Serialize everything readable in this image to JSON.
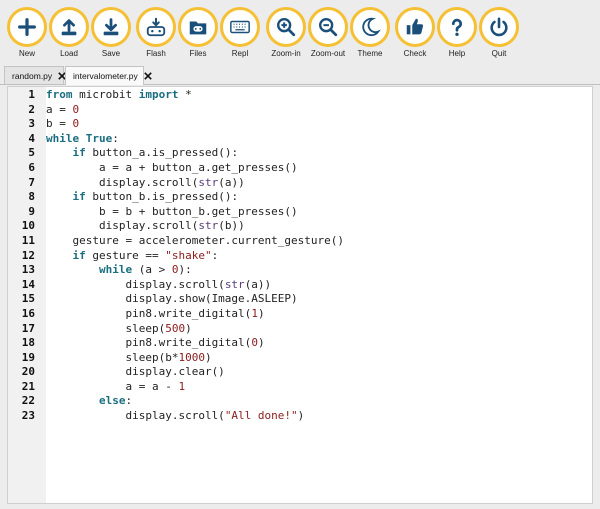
{
  "toolbar": {
    "accent": "#f5c033",
    "buttons": [
      {
        "id": "new",
        "label": "New",
        "icon": "plus-icon"
      },
      {
        "id": "load",
        "label": "Load",
        "icon": "upload-icon"
      },
      {
        "id": "save",
        "label": "Save",
        "icon": "download-icon"
      },
      {
        "id": "flash",
        "label": "Flash",
        "icon": "flash-icon"
      },
      {
        "id": "files",
        "label": "Files",
        "icon": "files-icon"
      },
      {
        "id": "repl",
        "label": "Repl",
        "icon": "keyboard-icon"
      },
      {
        "id": "zoomin",
        "label": "Zoom-in",
        "icon": "zoom-in-icon"
      },
      {
        "id": "zoomout",
        "label": "Zoom-out",
        "icon": "zoom-out-icon"
      },
      {
        "id": "theme",
        "label": "Theme",
        "icon": "moon-icon"
      },
      {
        "id": "check",
        "label": "Check",
        "icon": "thumbs-up-icon"
      },
      {
        "id": "help",
        "label": "Help",
        "icon": "question-icon"
      },
      {
        "id": "quit",
        "label": "Quit",
        "icon": "power-icon"
      }
    ]
  },
  "tabs": [
    {
      "label": "random.py",
      "active": false
    },
    {
      "label": "intervalometer.py",
      "active": true
    }
  ],
  "editor": {
    "lines": [
      [
        {
          "t": "kw",
          "v": "from"
        },
        {
          "t": "p",
          "v": " microbit "
        },
        {
          "t": "kw",
          "v": "import"
        },
        {
          "t": "p",
          "v": " *"
        }
      ],
      [
        {
          "t": "p",
          "v": "a = "
        },
        {
          "t": "num",
          "v": "0"
        }
      ],
      [
        {
          "t": "p",
          "v": "b = "
        },
        {
          "t": "num",
          "v": "0"
        }
      ],
      [
        {
          "t": "kw",
          "v": "while"
        },
        {
          "t": "p",
          "v": " "
        },
        {
          "t": "kw",
          "v": "True"
        },
        {
          "t": "p",
          "v": ":"
        }
      ],
      [
        {
          "t": "p",
          "v": "    "
        },
        {
          "t": "kw",
          "v": "if"
        },
        {
          "t": "p",
          "v": " button_a.is_pressed():"
        }
      ],
      [
        {
          "t": "p",
          "v": "        a = a + button_a.get_presses()"
        }
      ],
      [
        {
          "t": "p",
          "v": "        display.scroll("
        },
        {
          "t": "fn",
          "v": "str"
        },
        {
          "t": "p",
          "v": "(a))"
        }
      ],
      [
        {
          "t": "p",
          "v": "    "
        },
        {
          "t": "kw",
          "v": "if"
        },
        {
          "t": "p",
          "v": " button_b.is_pressed():"
        }
      ],
      [
        {
          "t": "p",
          "v": "        b = b + button_b.get_presses()"
        }
      ],
      [
        {
          "t": "p",
          "v": "        display.scroll("
        },
        {
          "t": "fn",
          "v": "str"
        },
        {
          "t": "p",
          "v": "(b))"
        }
      ],
      [
        {
          "t": "p",
          "v": "    gesture = accelerometer.current_gesture()"
        }
      ],
      [
        {
          "t": "p",
          "v": "    "
        },
        {
          "t": "kw",
          "v": "if"
        },
        {
          "t": "p",
          "v": " gesture == "
        },
        {
          "t": "str",
          "v": "\"shake\""
        },
        {
          "t": "p",
          "v": ":"
        }
      ],
      [
        {
          "t": "p",
          "v": "        "
        },
        {
          "t": "kw",
          "v": "while"
        },
        {
          "t": "p",
          "v": " (a > "
        },
        {
          "t": "num",
          "v": "0"
        },
        {
          "t": "p",
          "v": "):"
        }
      ],
      [
        {
          "t": "p",
          "v": "            display.scroll("
        },
        {
          "t": "fn",
          "v": "str"
        },
        {
          "t": "p",
          "v": "(a))"
        }
      ],
      [
        {
          "t": "p",
          "v": "            display.show(Image.ASLEEP)"
        }
      ],
      [
        {
          "t": "p",
          "v": "            pin8.write_digital("
        },
        {
          "t": "num",
          "v": "1"
        },
        {
          "t": "p",
          "v": ")"
        }
      ],
      [
        {
          "t": "p",
          "v": "            sleep("
        },
        {
          "t": "num",
          "v": "500"
        },
        {
          "t": "p",
          "v": ")"
        }
      ],
      [
        {
          "t": "p",
          "v": "            pin8.write_digital("
        },
        {
          "t": "num",
          "v": "0"
        },
        {
          "t": "p",
          "v": ")"
        }
      ],
      [
        {
          "t": "p",
          "v": "            sleep(b*"
        },
        {
          "t": "num",
          "v": "1000"
        },
        {
          "t": "p",
          "v": ")"
        }
      ],
      [
        {
          "t": "p",
          "v": "            display.clear()"
        }
      ],
      [
        {
          "t": "p",
          "v": "            a = a - "
        },
        {
          "t": "num",
          "v": "1"
        }
      ],
      [
        {
          "t": "p",
          "v": "        "
        },
        {
          "t": "kw",
          "v": "else"
        },
        {
          "t": "p",
          "v": ":"
        }
      ],
      [
        {
          "t": "p",
          "v": "            display.scroll("
        },
        {
          "t": "str",
          "v": "\"All done!\""
        },
        {
          "t": "p",
          "v": ")"
        }
      ]
    ]
  }
}
